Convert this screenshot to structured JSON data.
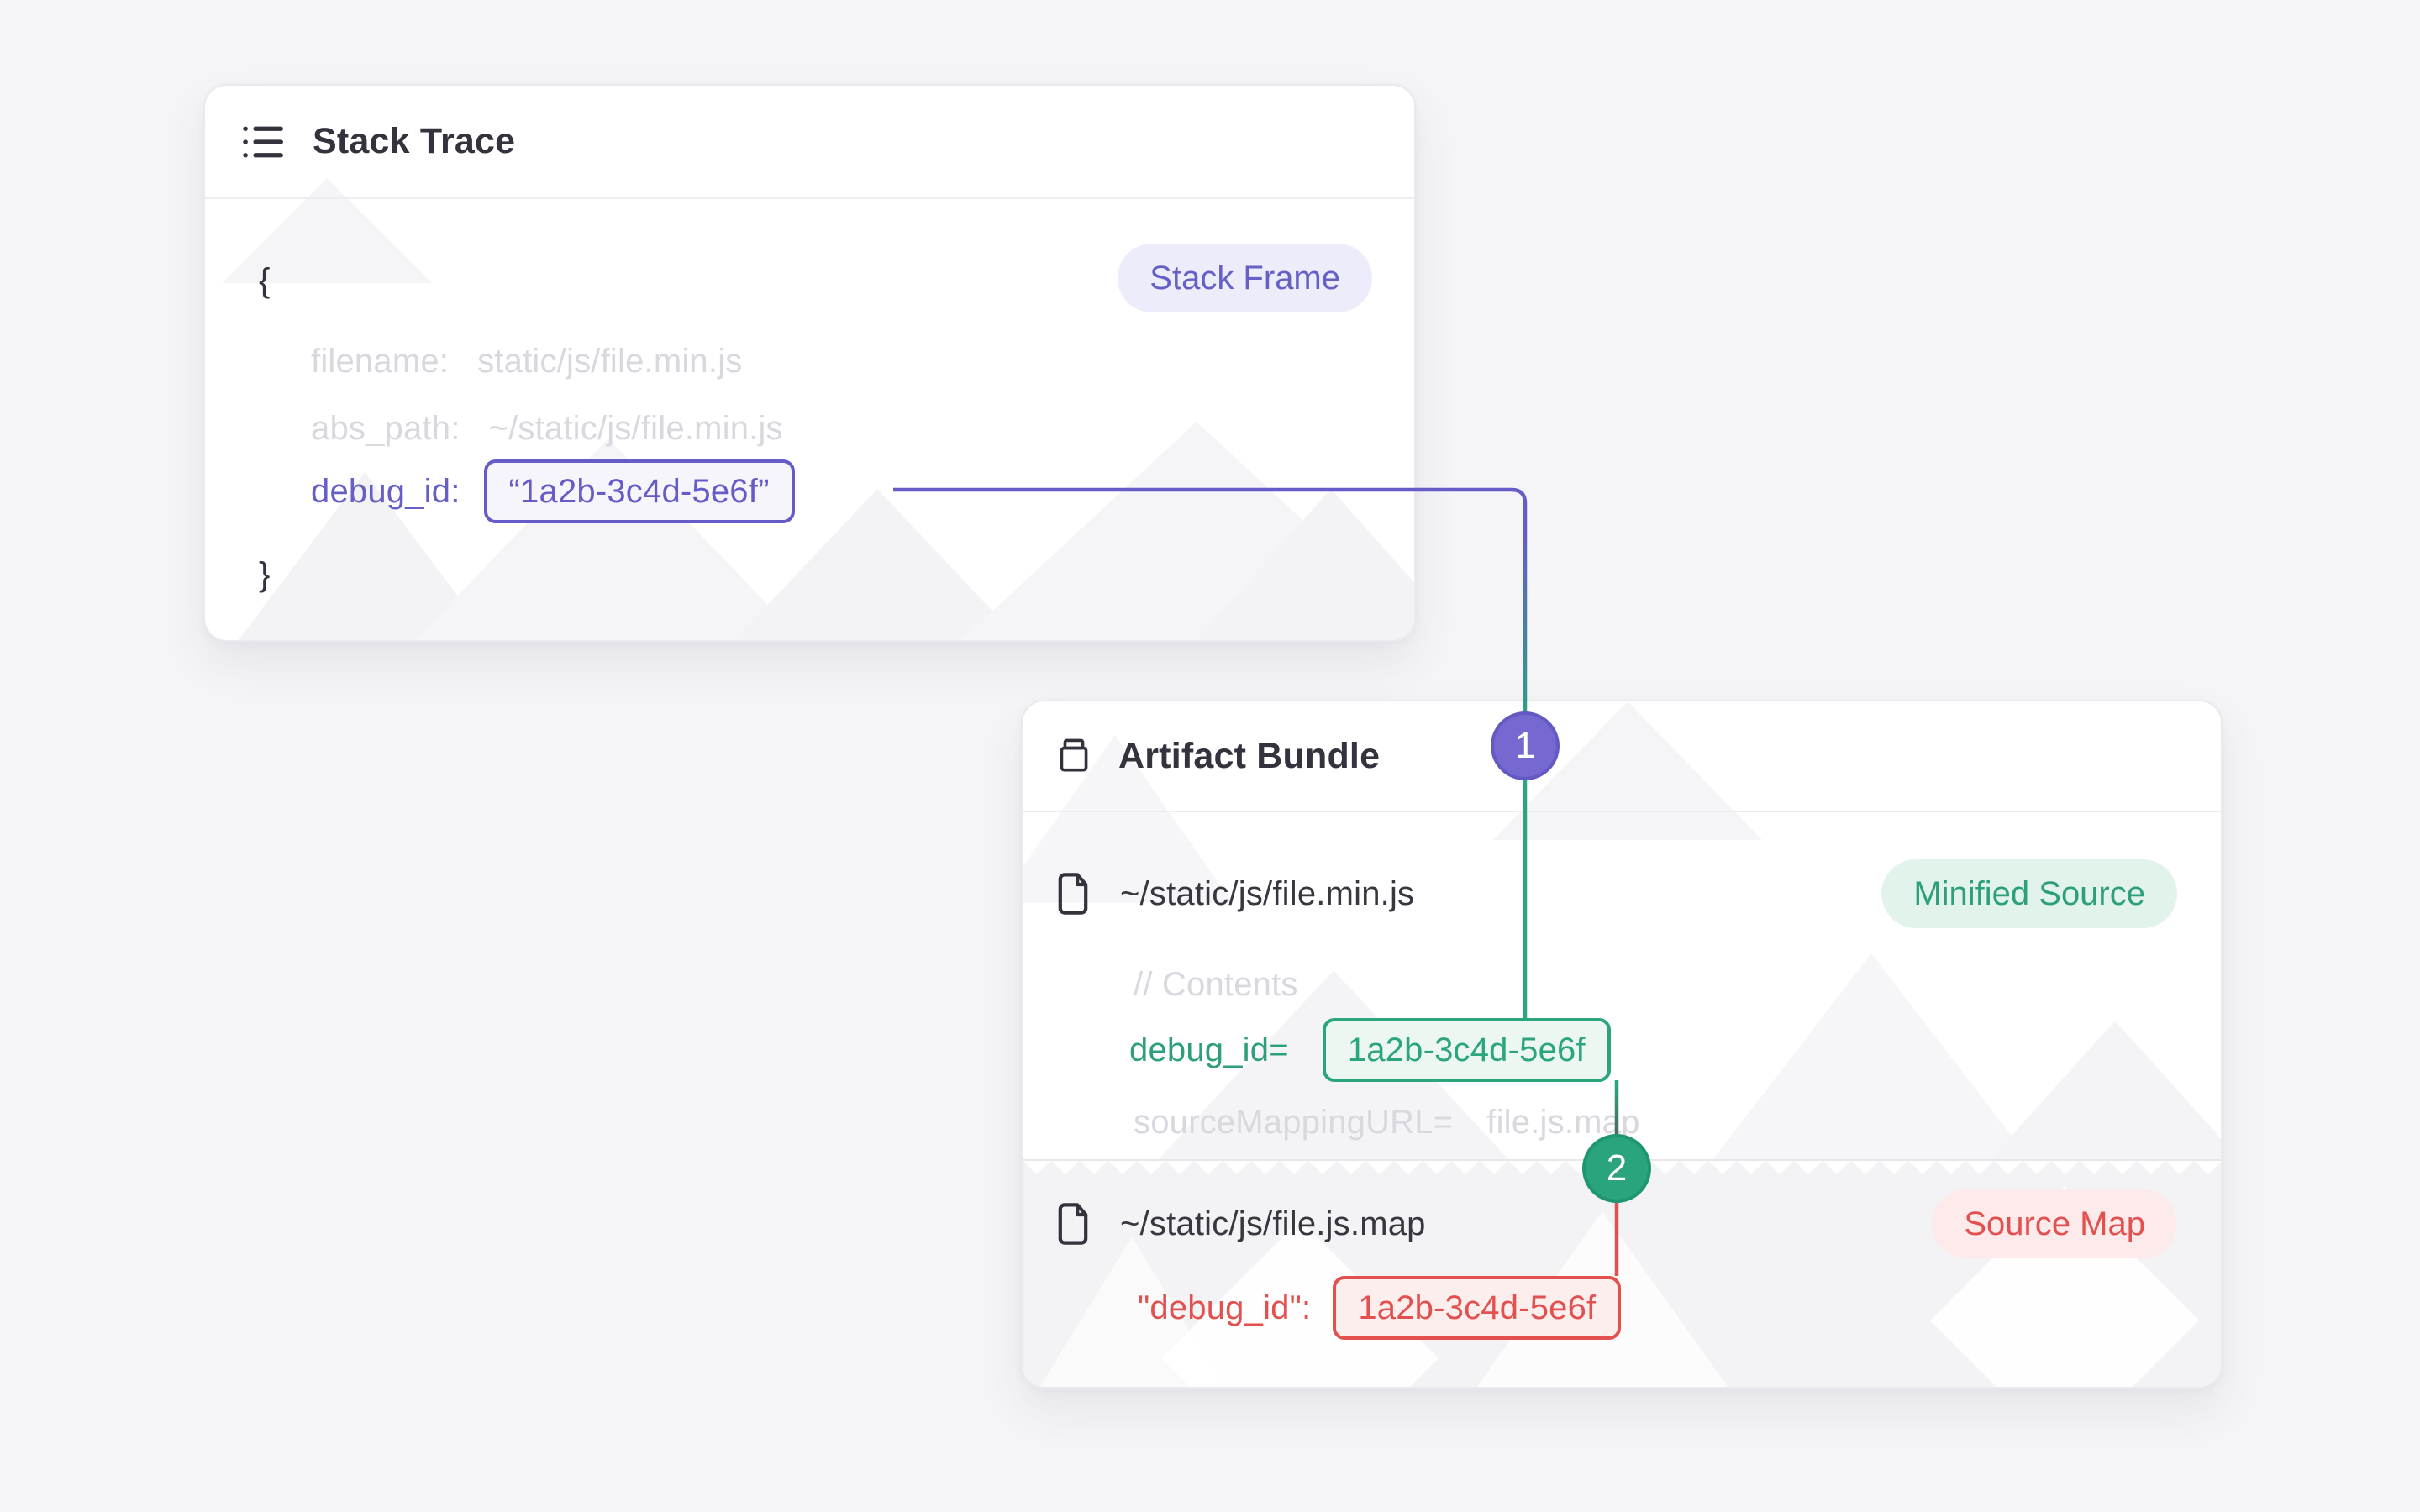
{
  "stack_trace_card": {
    "title": "Stack Trace",
    "badge": "Stack Frame",
    "brace_open": "{",
    "brace_close": "}",
    "rows": [
      {
        "label": "filename:",
        "value": "static/js/file.min.js"
      },
      {
        "label": "abs_path:",
        "value": "~/static/js/file.min.js"
      }
    ],
    "debug_row": {
      "label": "debug_id:",
      "value": "“1a2b-3c4d-5e6f”"
    }
  },
  "artifact_bundle_card": {
    "title": "Artifact Bundle",
    "minified_file": {
      "path": "~/static/js/file.min.js",
      "badge": "Minified Source",
      "comment": "// Contents",
      "debug_row": {
        "label": "debug_id=",
        "value": "1a2b-3c4d-5e6f"
      },
      "mapping_row": {
        "label": "sourceMappingURL=",
        "value": "file.js.map"
      }
    },
    "sourcemap_file": {
      "path": "~/static/js/file.js.map",
      "badge": "Source Map",
      "debug_row": {
        "label": "\"debug_id\":",
        "value": "1a2b-3c4d-5e6f"
      }
    }
  },
  "connectors": {
    "step_1": "1",
    "step_2": "2"
  },
  "colors": {
    "page_bg": "#f5f5f7",
    "purple": "#655CC8",
    "green": "#2BA57D",
    "red": "#E2504F",
    "dark_wire": "#55525C",
    "muted_text": "#D8D8DE",
    "dark_text": "#39363F"
  }
}
